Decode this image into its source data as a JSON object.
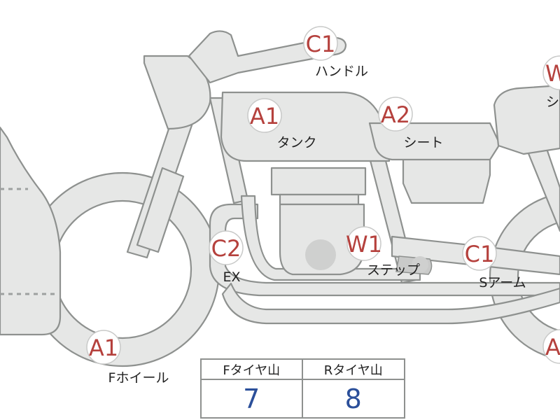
{
  "markers": [
    {
      "id": "handle",
      "grade": "C1",
      "label": "ハンドル"
    },
    {
      "id": "tank",
      "grade": "A1",
      "label": "タンク"
    },
    {
      "id": "seat",
      "grade": "A2",
      "label": "シート"
    },
    {
      "id": "right-top",
      "grade": "W",
      "label": "シ"
    },
    {
      "id": "ex",
      "grade": "C2",
      "label": "EX"
    },
    {
      "id": "step",
      "grade": "W1",
      "label": "ステップ"
    },
    {
      "id": "swingarm",
      "grade": "C1",
      "label": "Sアーム"
    },
    {
      "id": "front-wheel",
      "grade": "A1",
      "label": "Fホイール"
    },
    {
      "id": "right-bottom",
      "grade": "A",
      "label": ""
    }
  ],
  "tread_table": {
    "front_header": "Fタイヤ山",
    "rear_header": "Rタイヤ山",
    "front_value": "7",
    "rear_value": "8"
  }
}
